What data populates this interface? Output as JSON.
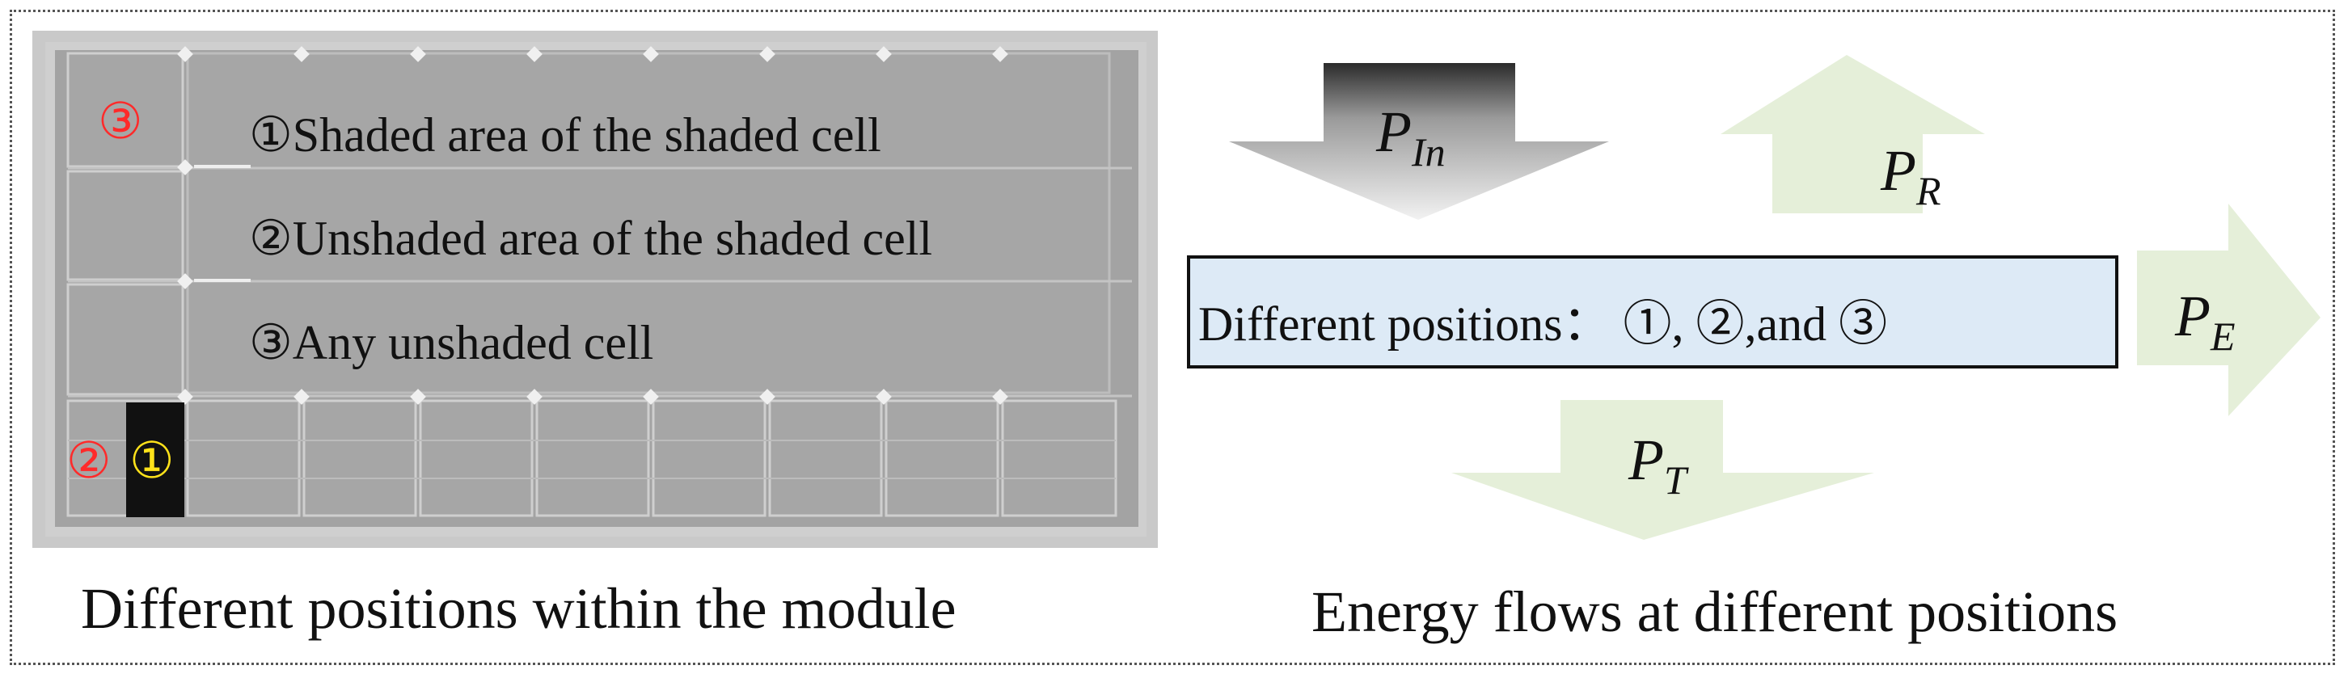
{
  "legend": {
    "item1": "①Shaded area of the shaded cell",
    "item2": "②Unshaded area of the shaded cell",
    "item3": "③Any unshaded cell"
  },
  "markers": {
    "m1": "①",
    "m2": "②",
    "m3": "③"
  },
  "captions": {
    "left": "Different positions within the module",
    "right": "Energy flows at different positions"
  },
  "center_box": {
    "text": "Different positions： ①, ②,and ③"
  },
  "flows": {
    "p_in": {
      "base": "P",
      "sub": "In"
    },
    "p_r": {
      "base": "P",
      "sub": "R"
    },
    "p_e": {
      "base": "P",
      "sub": "E"
    },
    "p_t": {
      "base": "P",
      "sub": "T"
    }
  },
  "colors": {
    "cell_gray": "#a3a3a3",
    "module_frame": "#c9c9c9",
    "shade_black": "#111111",
    "marker_red": "#ff2a2a",
    "marker_yellow": "#ffe21a",
    "box_fill": "#ddeaf6",
    "arrow_green": "#e5efd9"
  }
}
